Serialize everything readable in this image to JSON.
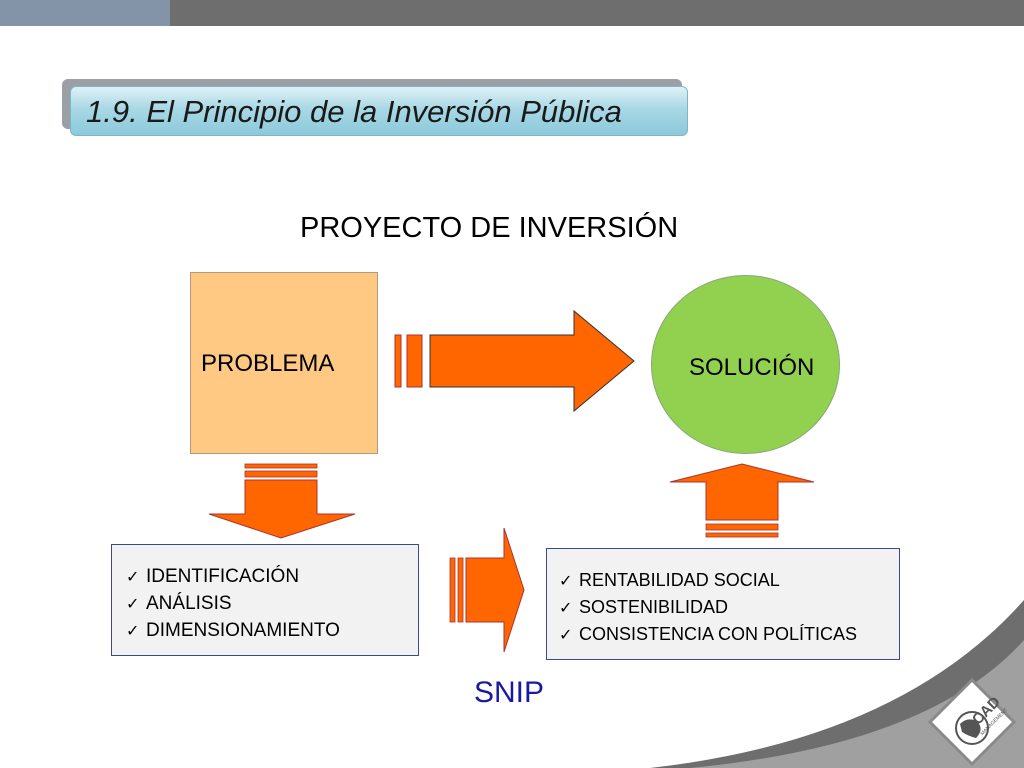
{
  "slide": {
    "title": "1.9. El Principio de la Inversión Pública",
    "heading": "PROYECTO DE INVERSIÓN"
  },
  "diagram": {
    "problem_label": "PROBLEMA",
    "solution_label": "SOLUCIÓN",
    "left_list": [
      "IDENTIFICACIÓN",
      "ANÁLISIS",
      "DIMENSIONAMIENTO"
    ],
    "right_list": [
      "RENTABILIDAD SOCIAL",
      "SOSTENIBILIDAD",
      "CONSISTENCIA CON POLÍTICAS"
    ],
    "bottom_label": "SNIP"
  },
  "logo": {
    "text": "CAD",
    "subtext": "MANAGEMENT"
  },
  "colors": {
    "arrow": "#ff6600",
    "problem_fill": "#ffc983",
    "solution_fill": "#92d050",
    "snip_text": "#1a1aa0"
  }
}
